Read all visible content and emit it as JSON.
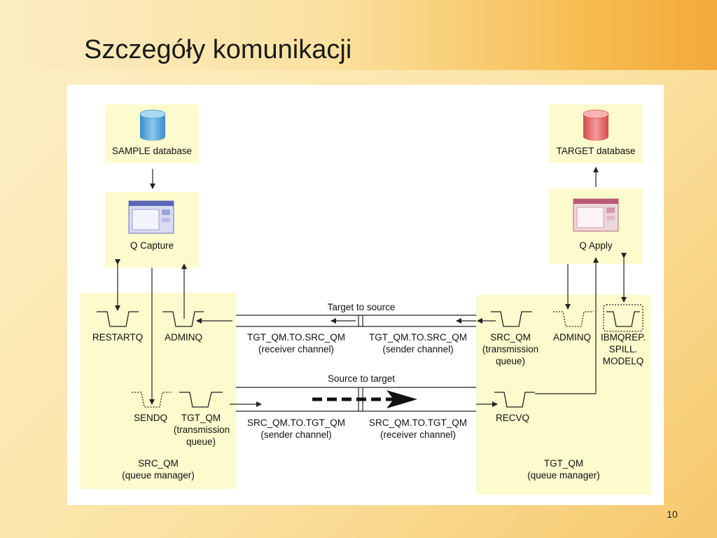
{
  "slide": {
    "title": "Szczegóły komunikacji",
    "page_number": "10"
  },
  "source_side": {
    "database_label": "SAMPLE database",
    "capture_label": "Q Capture",
    "restartq_label": "RESTARTQ",
    "adminq_label": "ADMINQ",
    "sendq_label": "SENDQ",
    "tgt_qm_line1": "TGT_QM",
    "tgt_qm_line2": "(transmission",
    "tgt_qm_line3": "queue)",
    "qm_line1": "SRC_QM",
    "qm_line2": "(queue manager)",
    "database_color": "#5aa9dc"
  },
  "target_side": {
    "database_label": "TARGET database",
    "apply_label": "Q Apply",
    "src_qm_line1": "SRC_QM",
    "src_qm_line2": "(transmission",
    "src_qm_line3": "queue)",
    "adminq_label": "ADMINQ",
    "spill_line1": "IBMQREP.",
    "spill_line2": "SPILL.",
    "spill_line3": "MODELQ",
    "recvq_label": "RECVQ",
    "qm_line1": "TGT_QM",
    "qm_line2": "(queue manager)",
    "database_color": "#e86a6a"
  },
  "channels": {
    "target_to_source_label": "Target to source",
    "source_to_target_label": "Source to target",
    "t2s_left_line1": "TGT_QM.TO.SRC_QM",
    "t2s_left_line2": "(receiver channel)",
    "t2s_right_line1": "TGT_QM.TO.SRC_QM",
    "t2s_right_line2": "(sender channel)",
    "s2t_left_line1": "SRC_QM.TO.TGT_QM",
    "s2t_left_line2": "(sender channel)",
    "s2t_right_line1": "SRC_QM.TO.TGT_QM",
    "s2t_right_line2": "(receiver channel)"
  }
}
